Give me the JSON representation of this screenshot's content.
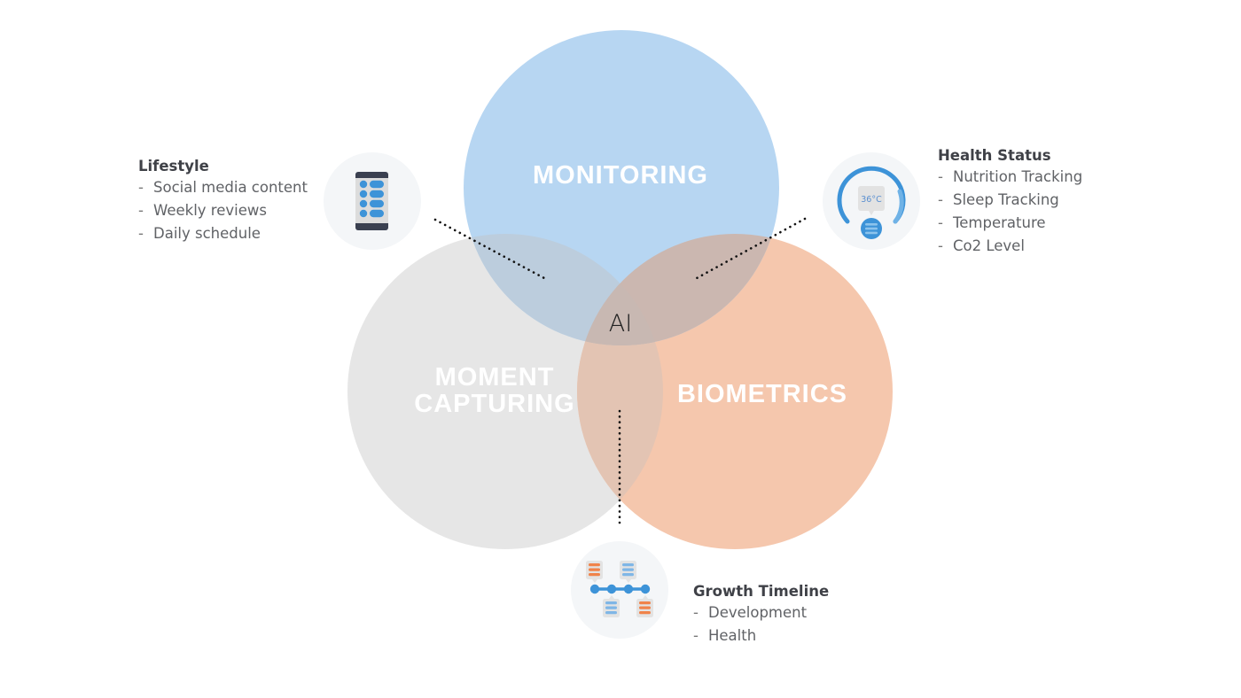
{
  "diagram": {
    "center_label": "AI",
    "circles": [
      {
        "id": "monitoring",
        "label_lines": [
          "MONITORING"
        ],
        "color": "#b7d6f2"
      },
      {
        "id": "moment-capturing",
        "label_lines": [
          "MOMENT",
          "CAPTURING"
        ],
        "color": "#e6e6e6"
      },
      {
        "id": "biometrics",
        "label_lines": [
          "BIOMETRICS"
        ],
        "color": "#f5c7ad"
      }
    ],
    "overlap_colors": {
      "monitoring_moment": "#bccddd",
      "monitoring_biometrics": "#cbb7b0",
      "moment_biometrics": "#e3c4b3",
      "all": "#c8b8b2"
    }
  },
  "callouts": {
    "lifestyle": {
      "title": "Lifestyle",
      "items": [
        "Social media content",
        "Weekly reviews",
        "Daily schedule"
      ],
      "icon": "smartphone-list-icon"
    },
    "health_status": {
      "title": "Health Status",
      "items": [
        "Nutrition Tracking",
        "Sleep Tracking",
        "Temperature",
        "Co2 Level"
      ],
      "icon": "thermometer-gauge-icon",
      "icon_text": "36°C"
    },
    "growth_timeline": {
      "title": "Growth Timeline",
      "items": [
        "Development",
        "Health"
      ],
      "icon": "timeline-icon"
    }
  },
  "list_dash": "-",
  "colors": {
    "accent_blue": "#3d93d8",
    "accent_orange": "#f0834a",
    "phone_frame": "#3a4050",
    "badge_bg": "#f4f6f8",
    "title_text": "#3f4147",
    "body_text": "#606266"
  }
}
